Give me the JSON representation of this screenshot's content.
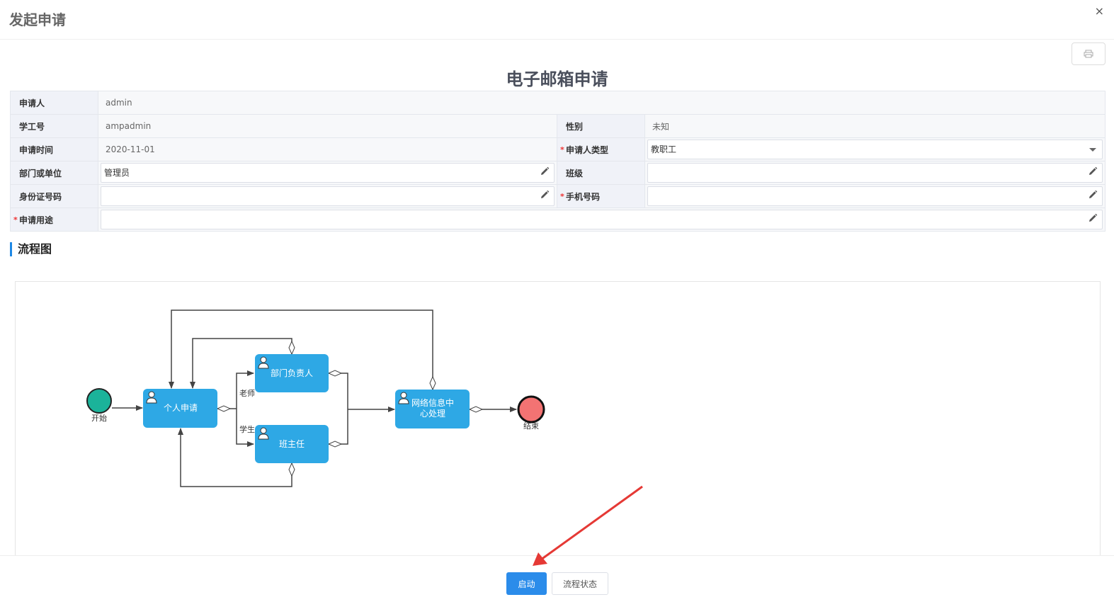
{
  "dialog": {
    "title": "发起申请",
    "close_label": "×"
  },
  "form": {
    "title": "电子邮箱申请",
    "fields": {
      "applicant": {
        "label": "申请人",
        "value": "admin"
      },
      "student_id": {
        "label": "学工号",
        "value": "ampadmin"
      },
      "gender": {
        "label": "性别",
        "value": "未知"
      },
      "apply_time": {
        "label": "申请时间",
        "value": "2020-11-01"
      },
      "applicant_type": {
        "label": "申请人类型",
        "value": "教职工",
        "required": true
      },
      "department": {
        "label": "部门或单位",
        "value": "管理员"
      },
      "class": {
        "label": "班级",
        "value": ""
      },
      "id_number": {
        "label": "身份证号码",
        "value": ""
      },
      "phone": {
        "label": "手机号码",
        "value": "",
        "required": true
      },
      "purpose": {
        "label": "申请用途",
        "value": "",
        "required": true
      }
    },
    "required_mark": "*"
  },
  "flow": {
    "section_title": "流程图",
    "nodes": {
      "start": "开始",
      "personal": "个人申请",
      "dept_head": "部门负责人",
      "class_teacher": "班主任",
      "network_line1": "网络信息中",
      "network_line2": "心处理",
      "end": "结束"
    },
    "edges": {
      "teacher": "老师",
      "student": "学生"
    },
    "colors": {
      "task": "#2ea8e5",
      "start": "#1bb39a",
      "end": "#f37373"
    }
  },
  "footer": {
    "start_label": "启动",
    "status_label": "流程状态"
  },
  "colors": {
    "primary": "#2b8cea",
    "annotation_arrow": "#e53935"
  }
}
